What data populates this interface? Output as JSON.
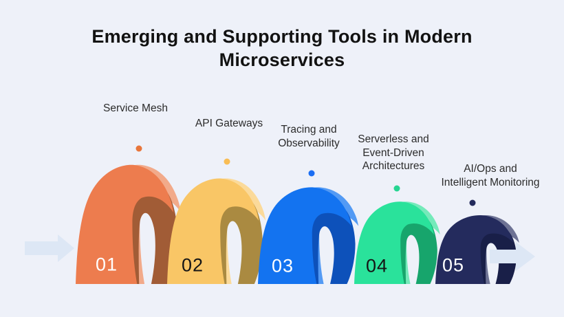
{
  "title": {
    "text": "Emerging and Supporting Tools in Modern\nMicroservices",
    "color": "#121212"
  },
  "background_color": "#eef1f9",
  "label_color": "#2b2b2b",
  "arrow_color": "#dde7f5",
  "left_arrow_icon": "right-pointing-arrow",
  "right_arrow_icon": "right-pointing-arrow",
  "steps": [
    {
      "number": "01",
      "label": "Service Mesh",
      "main_color": "#ed7c4e",
      "edge_color": "#f2aa8a",
      "inner_color": "#a15c36",
      "dot_color": "#e8763b",
      "number_color": "#ffffff"
    },
    {
      "number": "02",
      "label": "API Gateways",
      "main_color": "#f9c666",
      "edge_color": "#fbda9a",
      "inner_color": "#aa8a41",
      "dot_color": "#f9bd55",
      "number_color": "#151515"
    },
    {
      "number": "03",
      "label": "Tracing and\nObservability",
      "main_color": "#1373f0",
      "edge_color": "#539af4",
      "inner_color": "#0d51ba",
      "dot_color": "#1b6ef3",
      "number_color": "#ffffff"
    },
    {
      "number": "04",
      "label": "Serverless and\nEvent-Driven\nArchitectures",
      "main_color": "#2ae29b",
      "edge_color": "#74eaba",
      "inner_color": "#17a56c",
      "dot_color": "#26d592",
      "number_color": "#151515"
    },
    {
      "number": "05",
      "label": "AI/Ops and\nIntelligent Monitoring",
      "main_color": "#242b5d",
      "edge_color": "#6d7294",
      "inner_color": "#191f48",
      "dot_color": "#232a5c",
      "number_color": "#ffffff"
    }
  ]
}
